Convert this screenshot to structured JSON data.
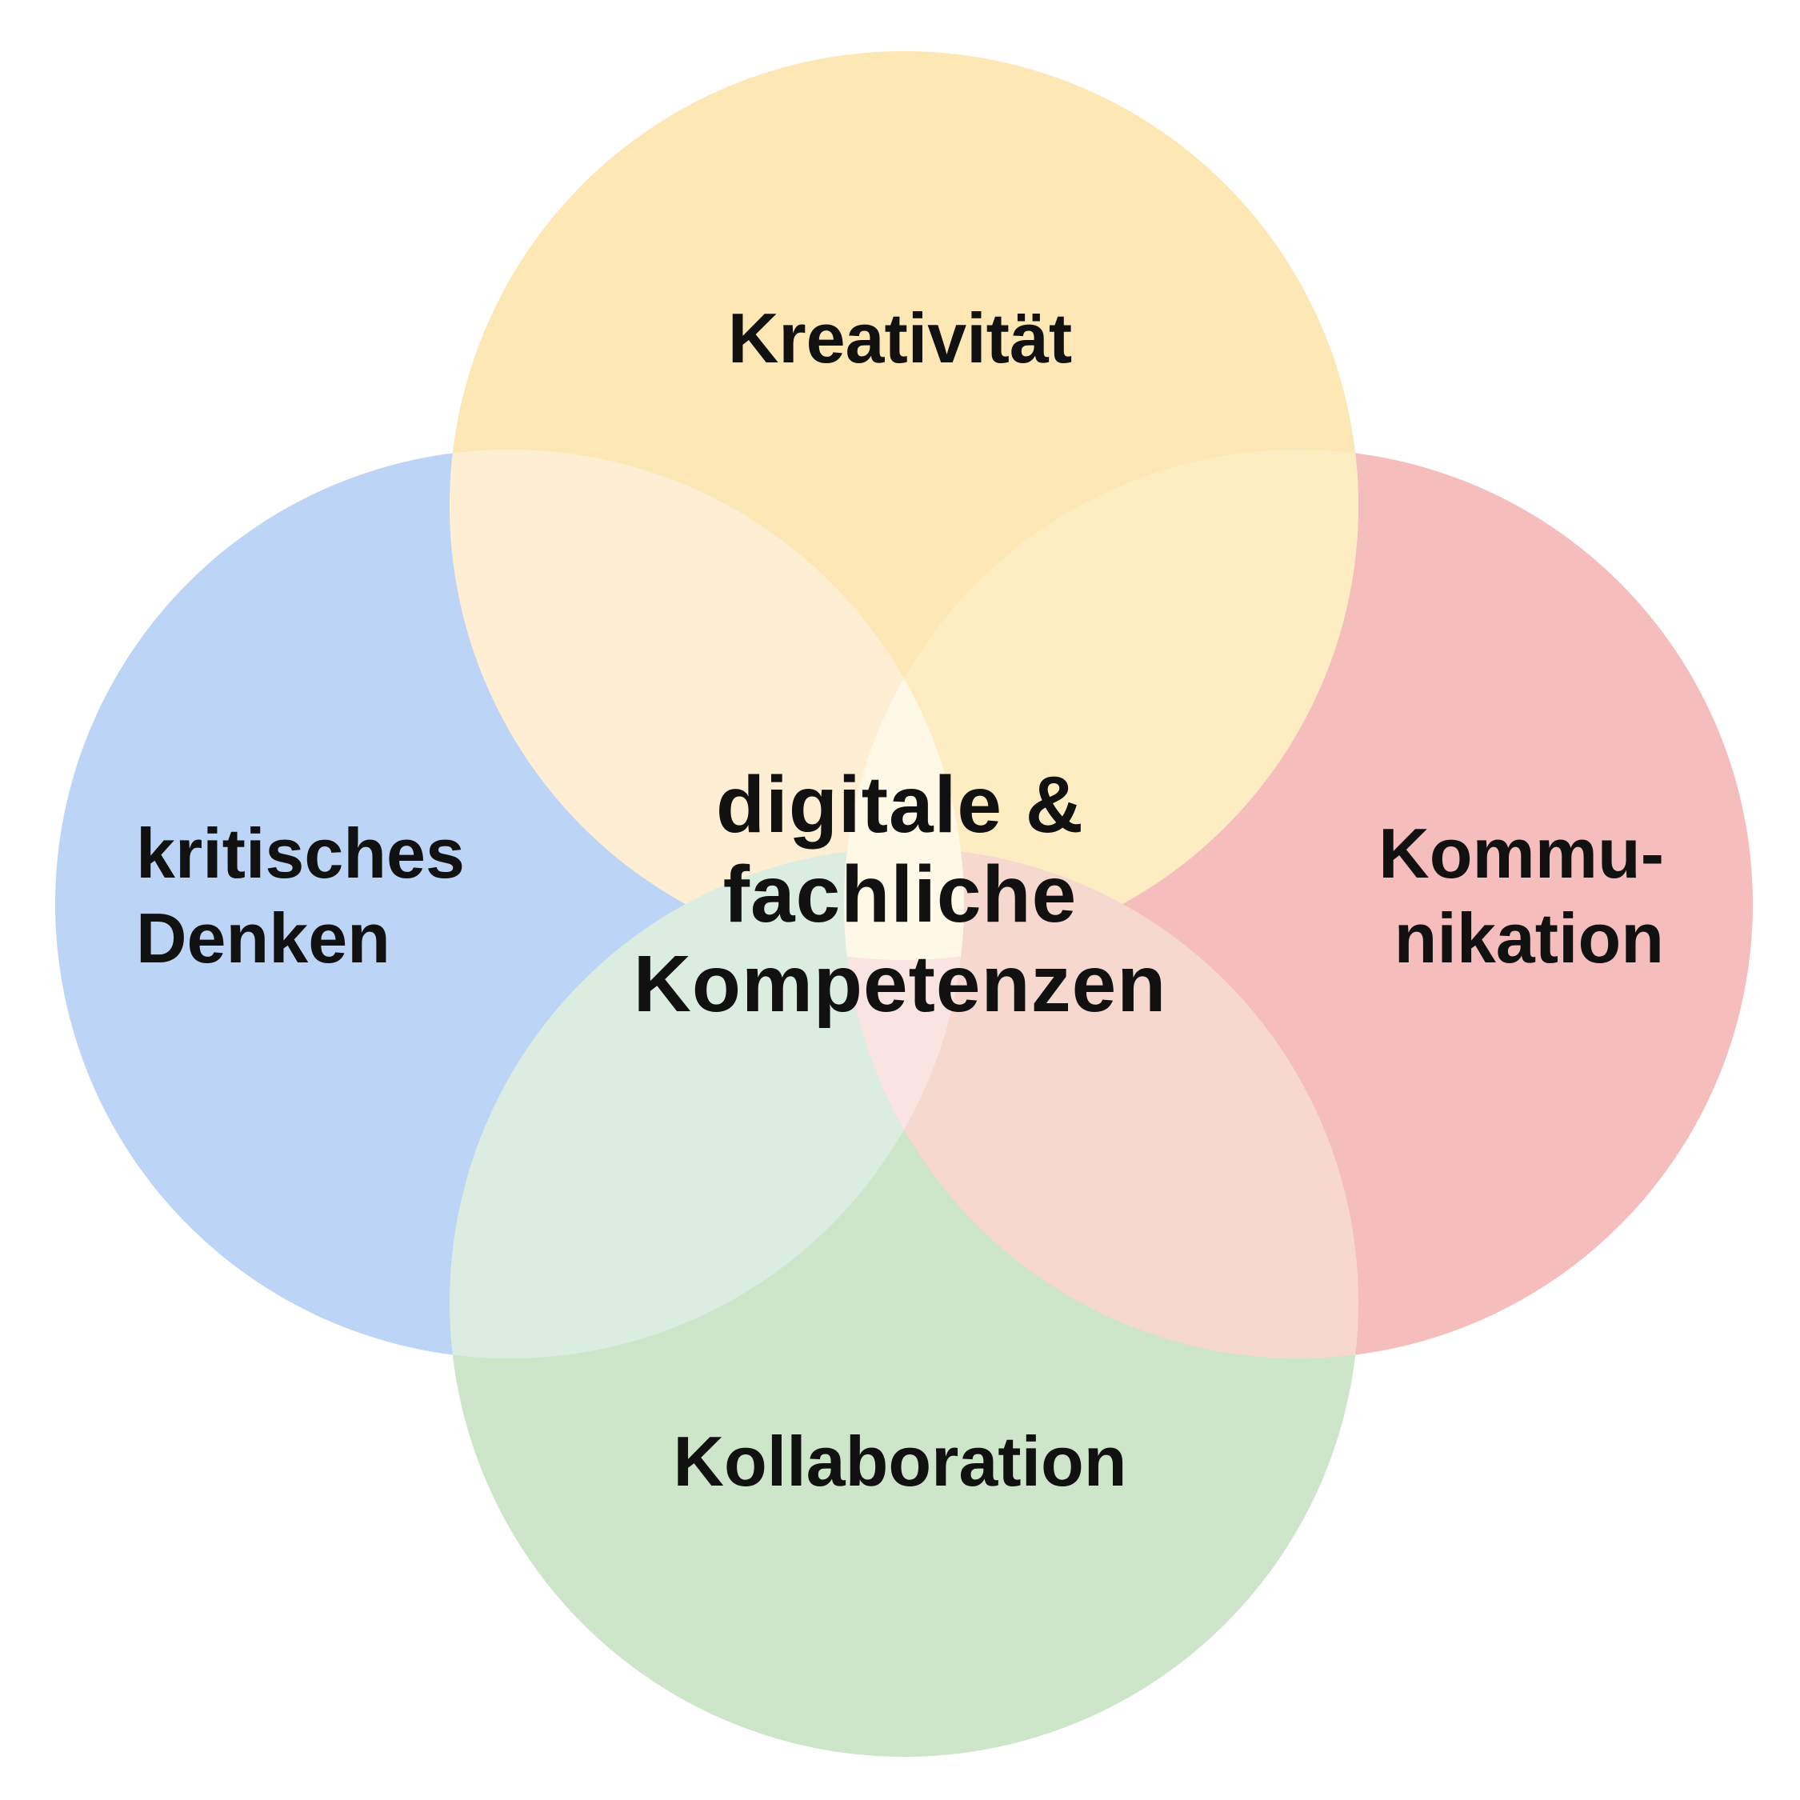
{
  "diagram": {
    "center": {
      "lines": [
        "digitale &",
        "fachliche",
        "Kompetenzen"
      ]
    },
    "circles": {
      "top": {
        "label": "Kreativität",
        "color": "#fde7b4"
      },
      "left": {
        "lines": [
          "kritisches",
          "Denken"
        ],
        "color": "#bcd4f6"
      },
      "right": {
        "lines": [
          "Kommu-",
          "nikation"
        ],
        "color": "#f5bebd"
      },
      "bottom": {
        "label": "Kollaboration",
        "color": "#cde5c9"
      }
    },
    "overlap_colors": {
      "top_left": "#feefd4",
      "top_right": "#feecc2",
      "bottom_left": "#dbede1",
      "bottom_right": "#f6d8cf",
      "core": "#fef8e6",
      "lower_core": "#f9e4e2"
    }
  }
}
